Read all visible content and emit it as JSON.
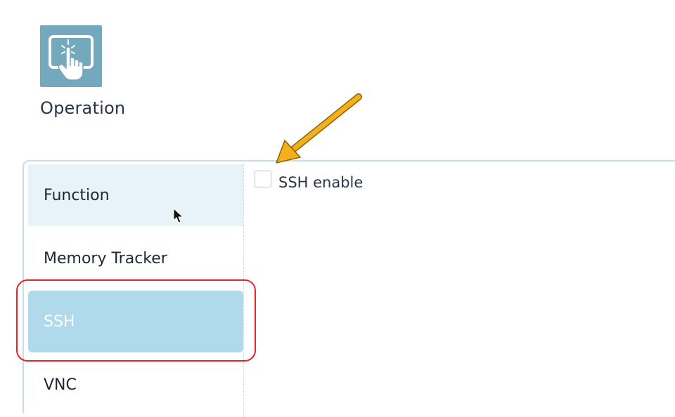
{
  "app": {
    "title": "Operation",
    "icon": "touch-gesture-icon"
  },
  "sidebar": {
    "items": [
      {
        "label": "Function",
        "state": "hover"
      },
      {
        "label": "Memory Tracker",
        "state": "normal"
      },
      {
        "label": "SSH",
        "state": "active"
      },
      {
        "label": "VNC",
        "state": "normal"
      }
    ]
  },
  "content": {
    "ssh_enable": {
      "label": "SSH enable",
      "checked": false
    }
  },
  "colors": {
    "icon_bg": "#73a8bd",
    "active_item_bg": "#aedaeb",
    "hover_item_bg": "#e8f3f8",
    "highlight_border": "#e0282c",
    "arrow": "#f2b01e"
  }
}
